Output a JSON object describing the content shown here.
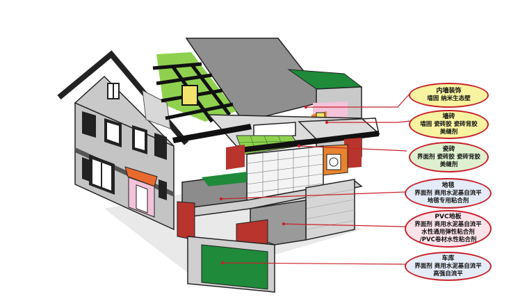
{
  "callouts": [
    {
      "id": "interior-deco",
      "title": "内墙装饰",
      "lines": [
        "墙固 纳米生态壁"
      ],
      "color": "#f7f3a0"
    },
    {
      "id": "wall-tile",
      "title": "墙砖",
      "lines": [
        "墙固 瓷砖胶 瓷砖背胶",
        "美缝剂"
      ],
      "color": "#f7f3a0"
    },
    {
      "id": "floor-tile",
      "title": "瓷砖",
      "lines": [
        "界面剂 瓷砖胶 瓷砖背胶",
        "美缝剂"
      ],
      "color": "#dff0d0"
    },
    {
      "id": "carpet",
      "title": "地毯",
      "lines": [
        "界面剂 商用水泥基自流平",
        "地毯专用粘合剂"
      ],
      "color": "#e4ecf8"
    },
    {
      "id": "pvc-floor",
      "title": "PVC地板",
      "lines": [
        "界面剂 商用水泥基自流平",
        "水性通用弹性粘合剂",
        "/PVC卷材水性粘合剂"
      ],
      "color": "#fbe3ea"
    },
    {
      "id": "garage",
      "title": "车库",
      "lines": [
        "界面剂 商用水泥基自流平",
        "高强自流平"
      ],
      "color": "#e4ecf8"
    }
  ],
  "colors": {
    "leader": "#c8202a",
    "roof": "#8c8c8c",
    "wall": "#bfbfbf",
    "green": "#1f8a3a",
    "light_green": "#8fd14f",
    "brick": "#b8342c"
  }
}
